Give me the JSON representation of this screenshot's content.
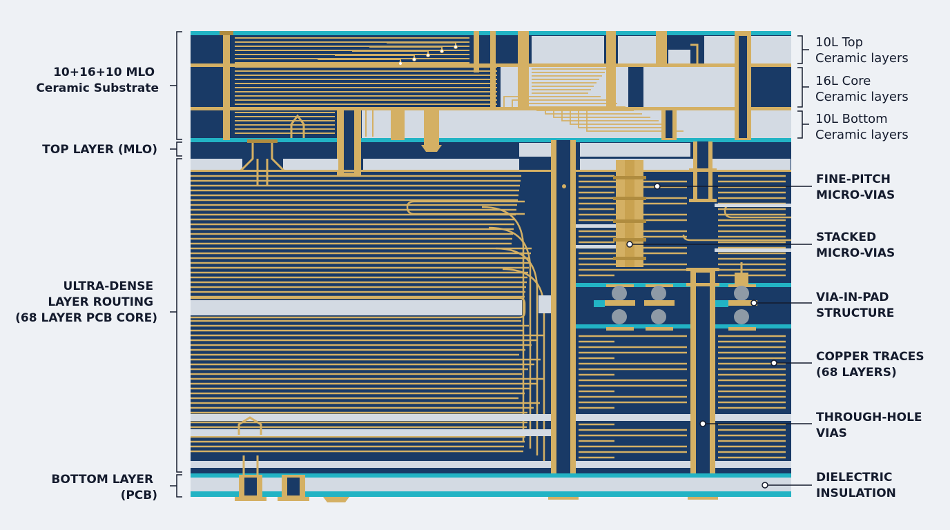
{
  "colors": {
    "background": "#eef1f5",
    "dielectric_dark": "#193a66",
    "ceramic_light": "#d3dae3",
    "copper": "#d4b064",
    "copper_dark": "#b08c3f",
    "cyan_layer": "#22b3c4",
    "ink": "#141b2d",
    "via_ball": "#8e9aa6"
  },
  "left_labels": {
    "mlo": [
      "10+16+10 MLO",
      "Ceramic Substrate"
    ],
    "top_layer": [
      "TOP LAYER (MLO)"
    ],
    "routing": [
      "ULTRA-DENSE",
      "LAYER ROUTING",
      "(68 LAYER PCB CORE)"
    ],
    "bottom_layer": [
      "BOTTOM LAYER",
      "(PCB)"
    ]
  },
  "right_labels": {
    "top_ceramic": [
      "10L Top",
      "Ceramic layers"
    ],
    "core_ceramic": [
      "16L Core",
      "Ceramic layers"
    ],
    "bottom_ceramic": [
      "10L Bottom",
      "Ceramic layers"
    ],
    "fine_pitch": [
      "FINE-PITCH",
      "MICRO-VIAS"
    ],
    "stacked": [
      "STACKED",
      "MICRO-VIAS"
    ],
    "via_in_pad": [
      "VIA-IN-PAD",
      "STRUCTURE"
    ],
    "copper_traces": [
      "COPPER TRACES",
      "(68 LAYERS)"
    ],
    "through_hole": [
      "THROUGH-HOLE",
      "VIAS"
    ],
    "dielectric": [
      "DIELECTRIC",
      "INSULATION"
    ]
  }
}
